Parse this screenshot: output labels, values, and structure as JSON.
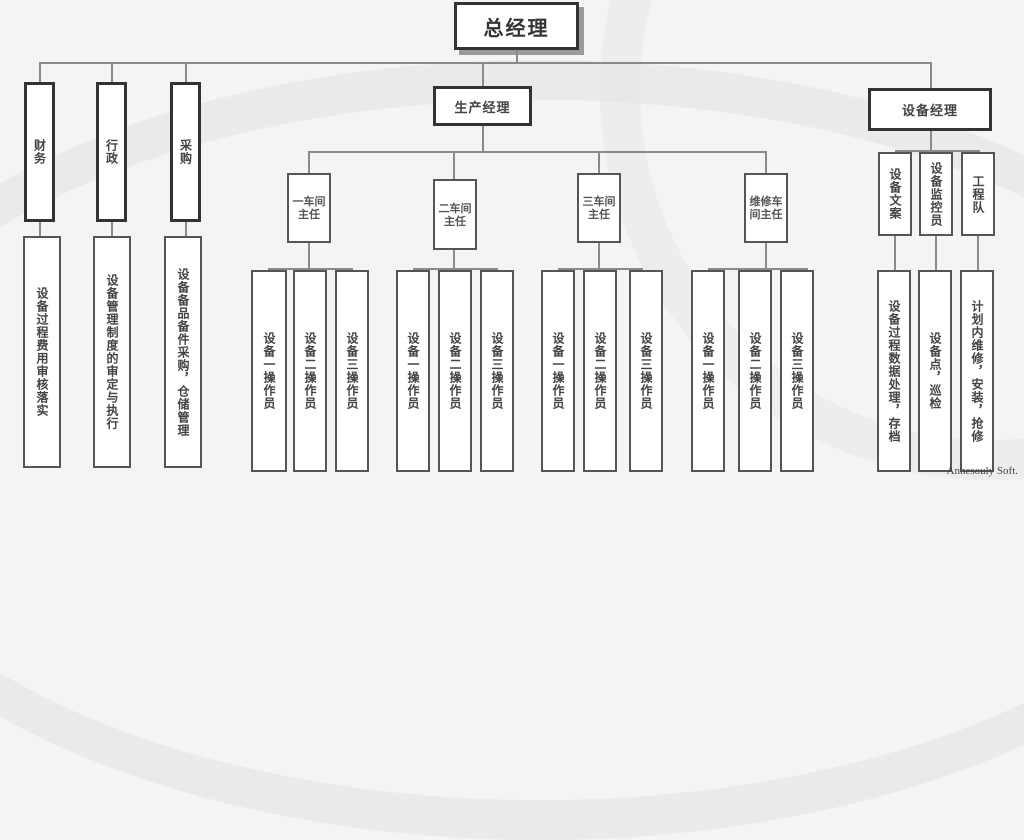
{
  "chart": {
    "root": "总经理",
    "departments": [
      {
        "label": "财务",
        "duty": "设备过程费用审核落实"
      },
      {
        "label": "行政",
        "duty": "设备管理制度的审定与执行"
      },
      {
        "label": "采购",
        "duty": "设备备品备件采购，仓储管理"
      }
    ],
    "production": {
      "label": "生产经理",
      "workshops": [
        {
          "label": "一车间主任",
          "workers": [
            "设备一操作员",
            "设备二操作员",
            "设备三操作员"
          ]
        },
        {
          "label": "二车间主任",
          "workers": [
            "设备一操作员",
            "设备二操作员",
            "设备三操作员"
          ]
        },
        {
          "label": "三车间主任",
          "workers": [
            "设备一操作员",
            "设备二操作员",
            "设备三操作员"
          ]
        },
        {
          "label": "维修车间主任",
          "workers": [
            "设备一操作员",
            "设备二操作员",
            "设备三操作员"
          ]
        }
      ]
    },
    "equipment": {
      "label": "设备经理",
      "units": [
        {
          "label": "设备文案",
          "duty": "设备过程数据处理，存档"
        },
        {
          "label": "设备监控员",
          "duty": "设备点，巡检"
        },
        {
          "label": "工程队",
          "duty": "计划内维修，安装，抢修"
        }
      ]
    }
  },
  "watermark": "Anhesouly Soft."
}
